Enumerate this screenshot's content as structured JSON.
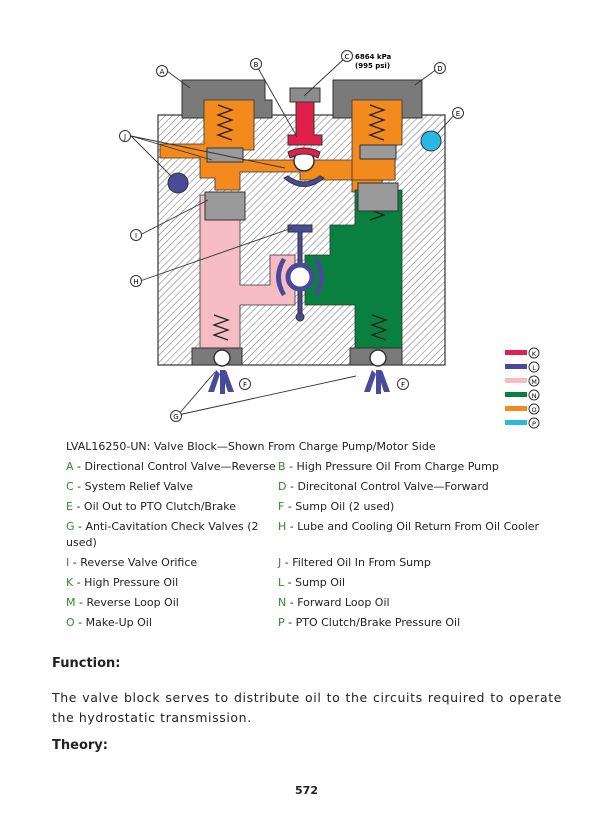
{
  "figure": {
    "callouts": {
      "a": "A",
      "b": "B",
      "c": "C",
      "d": "D",
      "e": "E",
      "f": "F",
      "g": "G",
      "h": "H",
      "i": "I",
      "j": "J"
    },
    "pressure_label_1": "6864 kPa",
    "pressure_label_2": "(995 psi)",
    "color_keys": {
      "k": "K",
      "l": "L",
      "m": "M",
      "n": "N",
      "o": "O",
      "p": "P"
    },
    "colors": {
      "high_pressure": "#e0204a",
      "sump": "#4a4a9a",
      "reverse_loop": "#f6bcc4",
      "forward_loop": "#0a8040",
      "make_up": "#f28a1e",
      "pto": "#29b8e6"
    }
  },
  "caption": "LVAL16250-UN: Valve Block—Shown From Charge Pump/Motor Side",
  "legend": [
    [
      {
        "key": "A",
        "desc": " - Directional Control Valve—Reverse"
      },
      {
        "key": "B",
        "desc": " - High Pressure Oil From Charge Pump"
      }
    ],
    [
      {
        "key": "C",
        "desc": " - System Relief Valve"
      },
      {
        "key": "D",
        "desc": " - Direcitonal Control Valve—Forward"
      }
    ],
    [
      {
        "key": "E",
        "desc": " - Oil Out to PTO Clutch/Brake"
      },
      {
        "key": "F",
        "desc": " - Sump Oil (2 used)"
      }
    ],
    [
      {
        "key": "G",
        "desc": " - Anti-Cavitation Check Valves (2 used)"
      },
      {
        "key": "H",
        "desc": " - Lube and Cooling Oil Return From Oil Cooler"
      }
    ],
    [
      {
        "key": "I",
        "desc": " - Reverse Valve Orifice"
      },
      {
        "key": "J",
        "desc": " - Filtered Oil In From Sump"
      }
    ],
    [
      {
        "key": "K",
        "desc": " - High Pressure Oil"
      },
      {
        "key": "L",
        "desc": " - Sump Oil"
      }
    ],
    [
      {
        "key": "M",
        "desc": " - Reverse Loop Oil"
      },
      {
        "key": "N",
        "desc": " - Forward Loop Oil"
      }
    ],
    [
      {
        "key": "O",
        "desc": " - Make-Up Oil"
      },
      {
        "key": "P",
        "desc": " - PTO Clutch/Brake Pressure Oil"
      }
    ]
  ],
  "function_heading": "Function:",
  "function_text": "The valve block serves to distribute oil to the circuits required to operate the hydrostatic transmission.",
  "theory_heading": "Theory:",
  "page_number": "572"
}
